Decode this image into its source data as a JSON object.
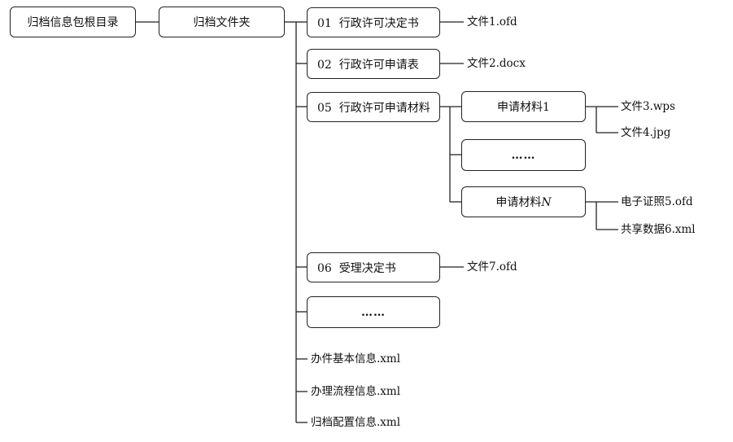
{
  "root": {
    "label": "归档信息包根目录"
  },
  "folder": {
    "label": "归档文件夹"
  },
  "items": [
    {
      "label": "01  行政许可决定书",
      "file": "文件1.ofd"
    },
    {
      "label": "02  行政许可申请表",
      "file": "文件2.docx"
    },
    {
      "label": "05  行政许可申请材料"
    },
    {
      "label": "06  受理决定书",
      "file": "文件7.ofd"
    },
    {
      "label": "……"
    }
  ],
  "materials": [
    {
      "label": "申请材料1",
      "files": [
        "文件3.wps",
        "文件4.jpg"
      ]
    },
    {
      "label": "……"
    },
    {
      "label": "申请材料",
      "label_suffix": "N",
      "files": [
        "电子证照5.ofd",
        "共享数据6.xml"
      ]
    }
  ],
  "xml_files": [
    "办件基本信息.xml",
    "办理流程信息.xml",
    "归档配置信息.xml"
  ]
}
